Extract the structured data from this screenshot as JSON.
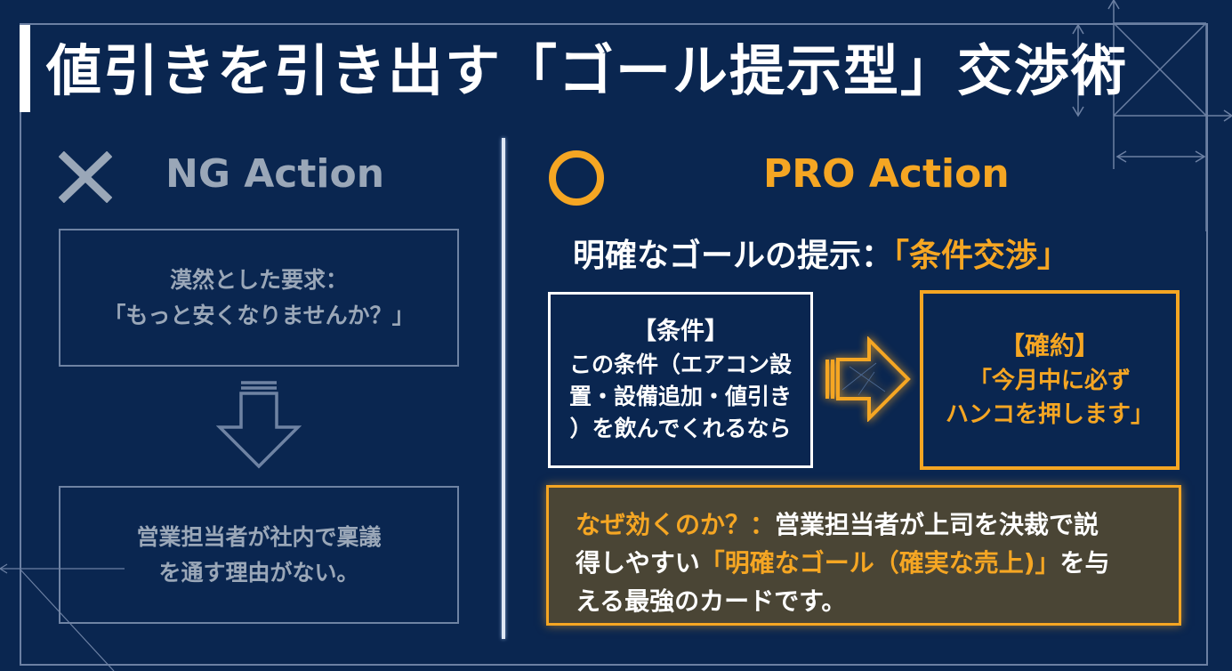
{
  "title": "値引きを引き出す「ゴール提示型」交渉術",
  "ng": {
    "icon": "x-mark-icon",
    "heading": "NG Action",
    "box1": {
      "line1": "漠然とした要求：",
      "line2": "「もっと安くなりませんか？」"
    },
    "arrow_icon": "down-arrow-icon",
    "box2": {
      "line1": "営業担当者が社内で稟議",
      "line2": "を通す理由がない。"
    }
  },
  "pro": {
    "icon": "circle-o-icon",
    "heading": "PRO Action",
    "subtitle_prefix": "明確なゴールの提示：",
    "subtitle_highlight": "「条件交渉」",
    "condition": {
      "title": "【条件】",
      "line1": "この条件（エアコン設",
      "line2": "置・設備追加・値引き",
      "line3": "）を飲んでくれるなら"
    },
    "arrow_icon": "right-arrow-icon",
    "promise": {
      "title": "【確約】",
      "line1": "「今月中に必ず",
      "line2": "ハンコを押します」"
    },
    "why": {
      "label": "なぜ効くのか？：",
      "text1": "営業担当者が上司を決裁で説",
      "text2": "得しやすい",
      "highlight": "「明確なゴール（確実な売上)」",
      "text3": "を与",
      "text4": "える最強のカードです。"
    }
  },
  "colors": {
    "background": "#0a2650",
    "accent": "#f5a623",
    "muted": "#9aa7b8",
    "frame": "#6c80a3"
  }
}
